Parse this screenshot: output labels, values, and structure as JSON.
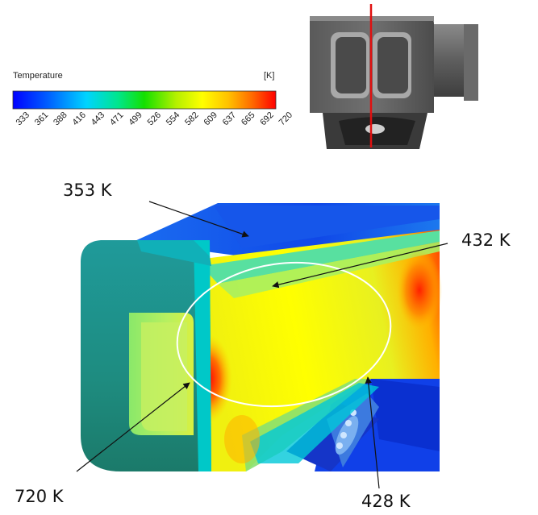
{
  "legend": {
    "title": "Temperature",
    "unit": "[K]",
    "ticks": [
      "333",
      "361",
      "388",
      "416",
      "443",
      "471",
      "499",
      "526",
      "554",
      "582",
      "609",
      "637",
      "665",
      "692",
      "720"
    ],
    "colors": [
      "#0000ff",
      "#0060ff",
      "#00c8ff",
      "#00e0a0",
      "#00e000",
      "#a0f000",
      "#ffff00",
      "#ffc000",
      "#ff7000",
      "#ff0000"
    ]
  },
  "callouts": [
    {
      "label": "353 K"
    },
    {
      "label": "432 K"
    },
    {
      "label": "720 K"
    },
    {
      "label": "428 K"
    }
  ],
  "colors": {
    "section_line": "#e01010",
    "ellipse": "#ffffff",
    "arrow": "#111111"
  }
}
